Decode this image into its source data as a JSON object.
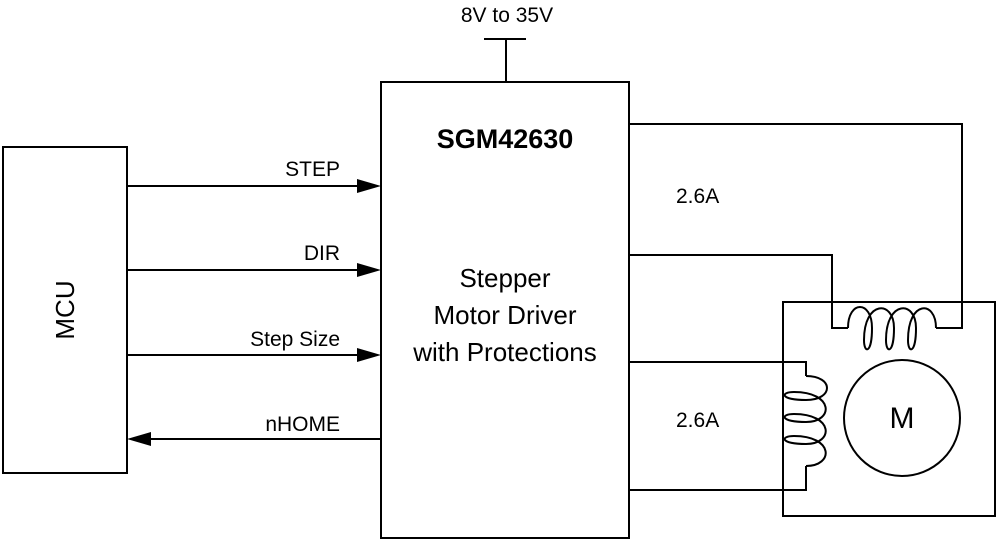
{
  "supply": {
    "label": "8V to 35V"
  },
  "mcu": {
    "label": "MCU"
  },
  "chip": {
    "name": "SGM42630",
    "description_lines": [
      "Stepper",
      "Motor Driver",
      "with Protections"
    ]
  },
  "signals": {
    "step": "STEP",
    "dir": "DIR",
    "step_size": "Step Size",
    "nhome": "nHOME"
  },
  "currents": {
    "coil_a": "2.6A",
    "coil_b": "2.6A"
  },
  "motor": {
    "label": "M"
  }
}
